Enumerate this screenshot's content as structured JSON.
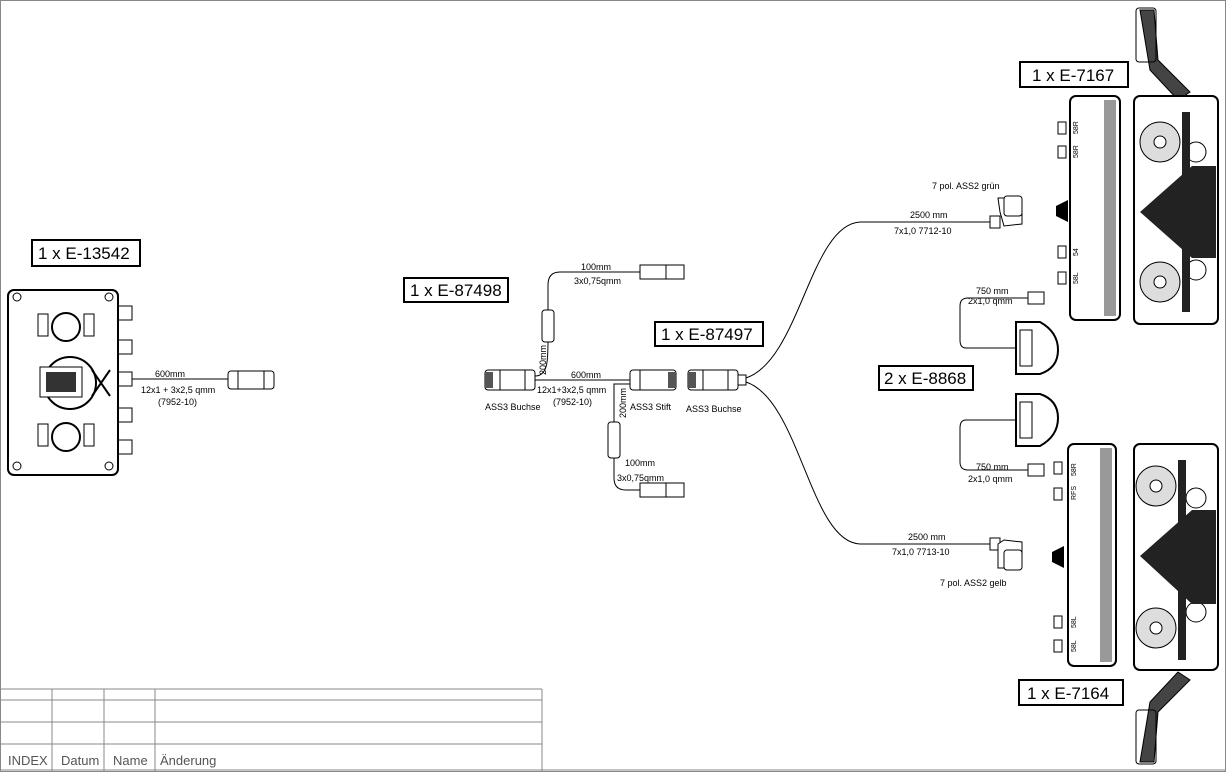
{
  "parts": {
    "e13542": "1 x E-13542",
    "e87498": "1 x E-87498",
    "e87497": "1 x E-87497",
    "e7167": "1 x E-7167",
    "e8868": "2 x E-8868",
    "e7164": "1 x E-7164"
  },
  "cables": {
    "c1_len": "600mm",
    "c1_spec": "12x1 + 3x2,5 qmm",
    "c1_code": "(7952-10)",
    "c2_len": "600mm",
    "c2_spec": "12x1+3x2,5 qmm",
    "c2_code": "(7952-10)",
    "c2_v": "200mm",
    "c3_v": "200mm",
    "top_len": "100mm",
    "top_spec": "3x0,75qmm",
    "bot_len": "100mm",
    "bot_spec": "3x0,75qmm",
    "g_len": "2500 mm",
    "g_spec": "7x1,0  7712-10",
    "g_conn": "7 pol. ASS2  grün",
    "y_len": "2500 mm",
    "y_spec": "7x1,0  7713-10",
    "y_conn": "7 pol. ASS2  gelb",
    "s1_len": "750 mm",
    "s1_spec": "2x1,0 qmm",
    "s2_len": "750 mm",
    "s2_spec": "2x1,0 qmm"
  },
  "connectors": {
    "ass3_buchse_1": "ASS3 Buchse",
    "ass3_stift": "ASS3 Stift",
    "ass3_buchse_2": "ASS3 Buchse"
  },
  "lamp_pins": {
    "top": [
      "58R",
      "58R",
      "54",
      "58L"
    ],
    "bottom": [
      "58R",
      "RFS",
      "58L",
      "58L"
    ]
  },
  "title_block": {
    "index": "INDEX",
    "datum": "Datum",
    "name": "Name",
    "aenderung": "Änderung"
  }
}
